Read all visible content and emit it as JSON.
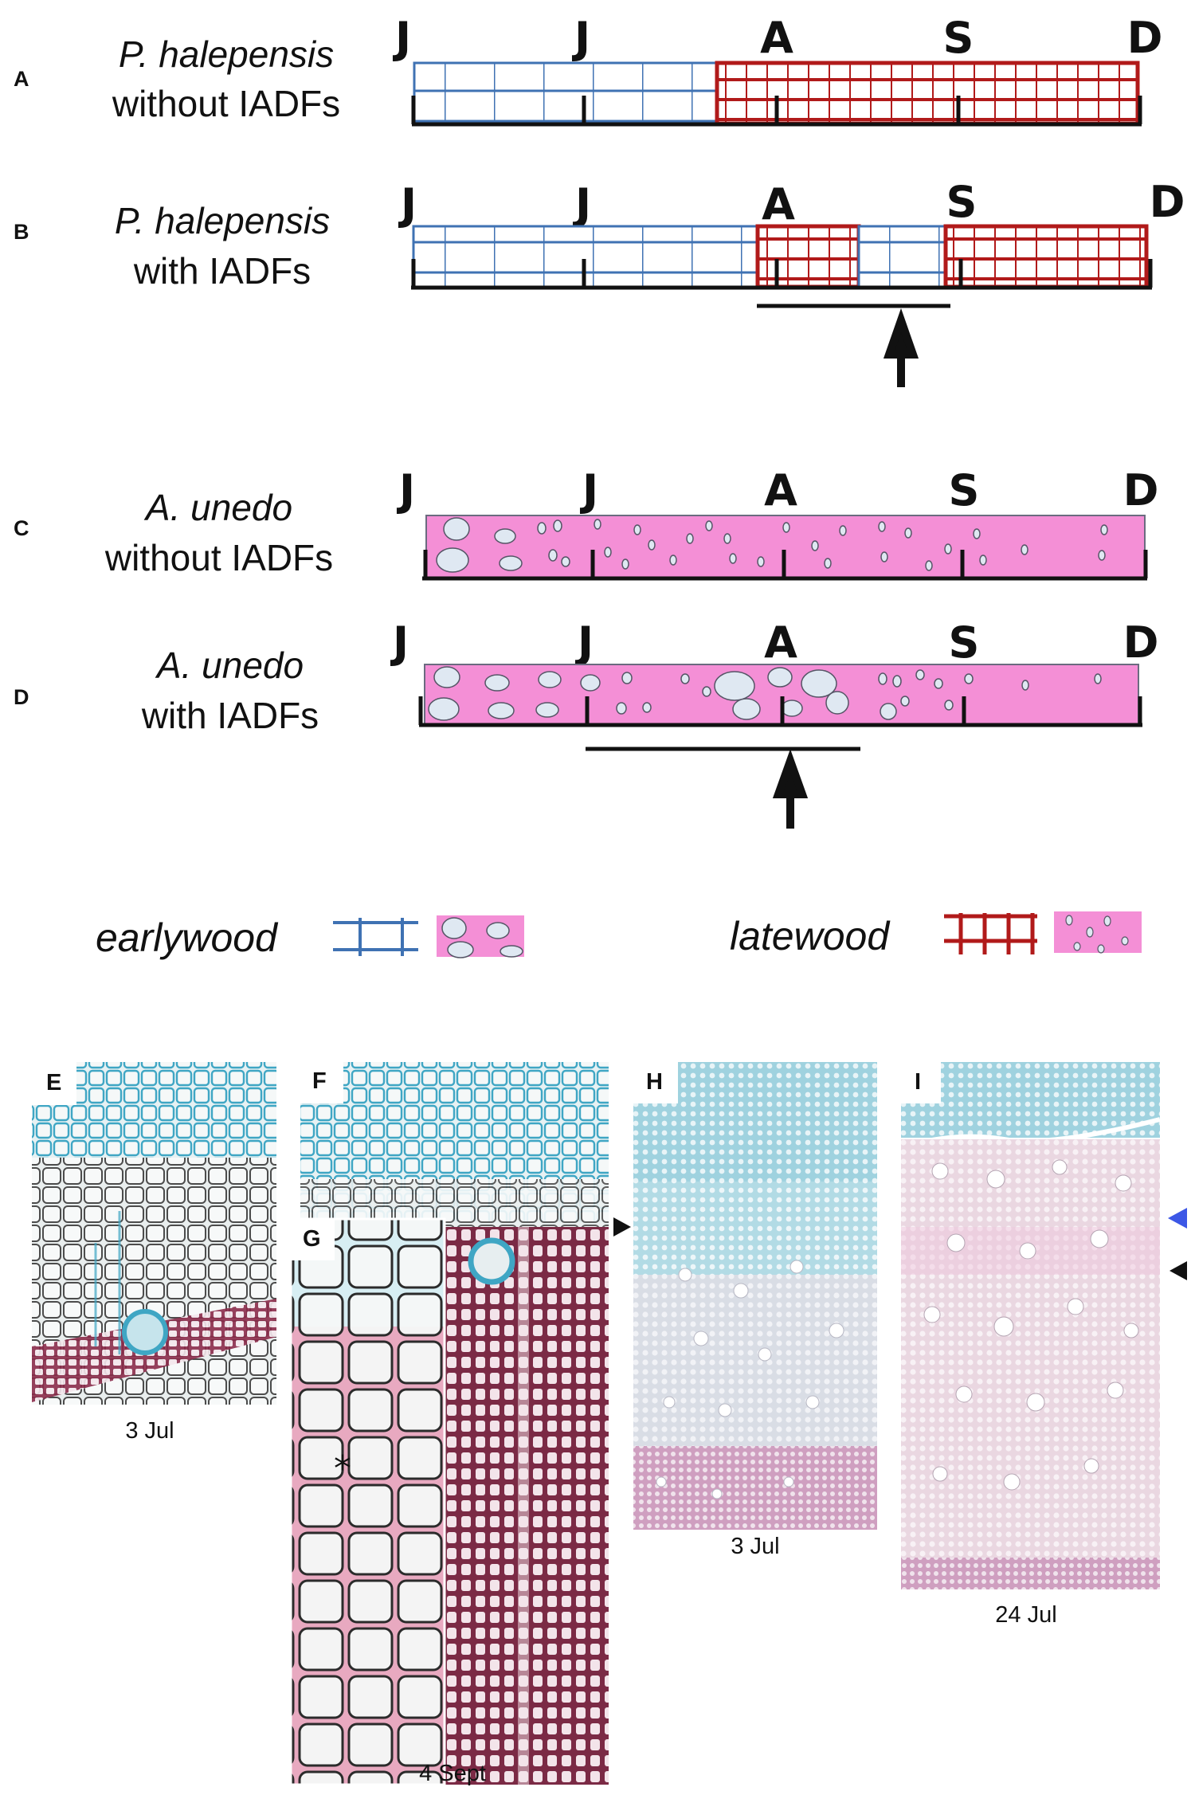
{
  "figure": {
    "months": [
      "J",
      "J",
      "A",
      "S",
      "D"
    ],
    "panels": [
      {
        "letter": "A",
        "species": "P. halepensis",
        "description": "without IADFs"
      },
      {
        "letter": "B",
        "species": "P. halepensis",
        "description": "with IADFs"
      },
      {
        "letter": "C",
        "species": "A. unedo",
        "description": "without IADFs"
      },
      {
        "letter": "D",
        "species": "A. unedo",
        "description": "with IADFs"
      }
    ],
    "legend": {
      "earlywood": "earlywood",
      "latewood": "latewood"
    },
    "micrographs": [
      {
        "letter": "E",
        "date": "3 Jul"
      },
      {
        "letter": "F",
        "date": ""
      },
      {
        "letter": "G",
        "date": "4 Sept"
      },
      {
        "letter": "H",
        "date": "3 Jul"
      },
      {
        "letter": "I",
        "date": "24 Jul"
      }
    ],
    "asterisk": "*",
    "colors": {
      "earlywood_pine": "#3f72b3",
      "latewood_pine": "#b11a1a",
      "arbutus_fill": "#f48fd6",
      "vessel": "#dfe8f2",
      "stain_blue": "#3fa6c4",
      "stain_red": "#a8325a",
      "marker_blue": "#3c57e6"
    }
  }
}
